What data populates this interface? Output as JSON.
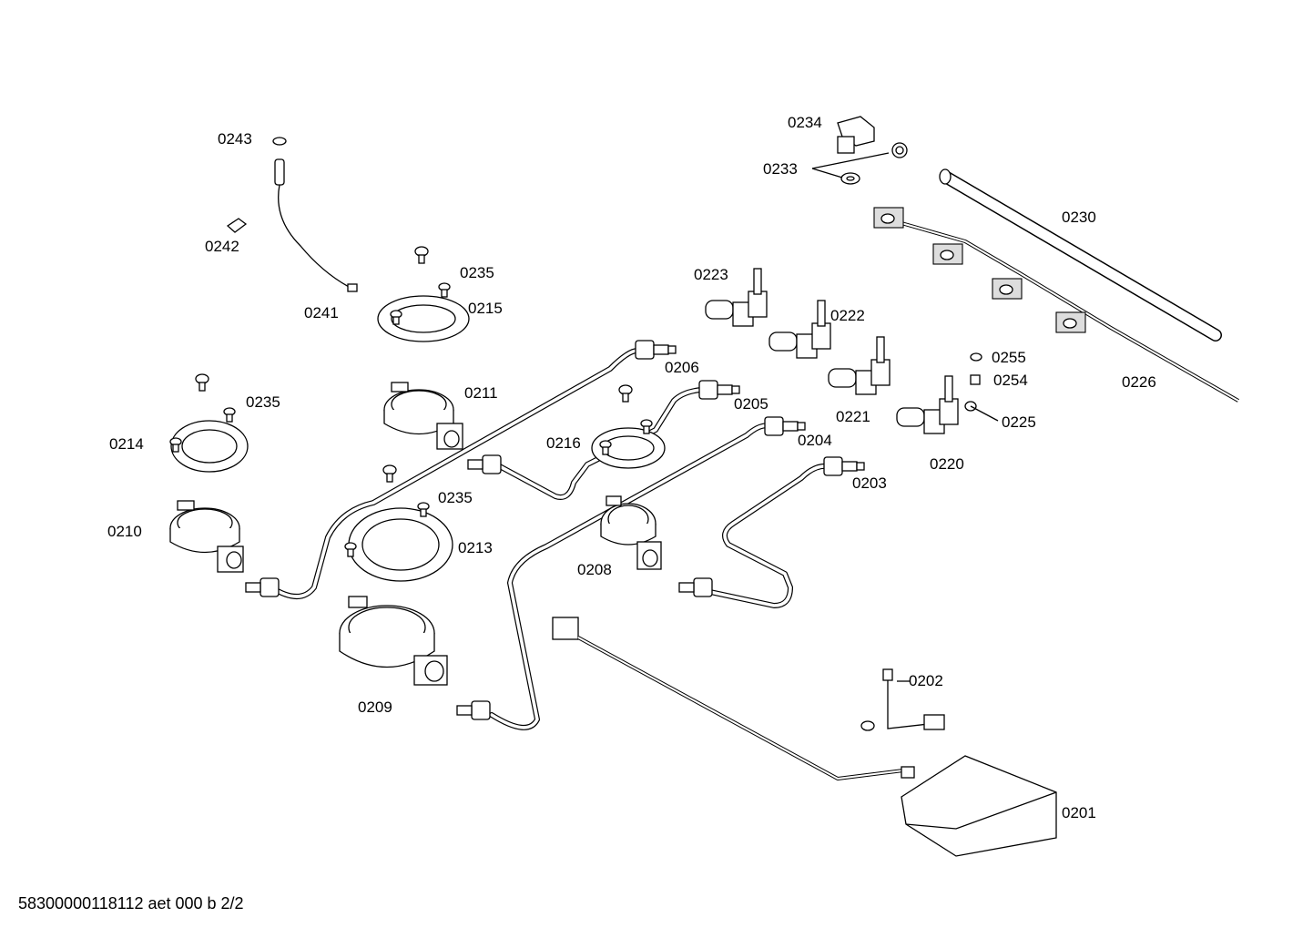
{
  "footer": "58300000118112 aet 000 b 2/2",
  "labels": [
    {
      "id": "0201",
      "text": "0201"
    },
    {
      "id": "0202",
      "text": "0202"
    },
    {
      "id": "0203",
      "text": "0203"
    },
    {
      "id": "0204",
      "text": "0204"
    },
    {
      "id": "0205",
      "text": "0205"
    },
    {
      "id": "0206",
      "text": "0206"
    },
    {
      "id": "0208",
      "text": "0208"
    },
    {
      "id": "0209",
      "text": "0209"
    },
    {
      "id": "0210",
      "text": "0210"
    },
    {
      "id": "0211",
      "text": "0211"
    },
    {
      "id": "0213",
      "text": "0213"
    },
    {
      "id": "0214",
      "text": "0214"
    },
    {
      "id": "0215",
      "text": "0215"
    },
    {
      "id": "0216",
      "text": "0216"
    },
    {
      "id": "0220",
      "text": "0220"
    },
    {
      "id": "0221",
      "text": "0221"
    },
    {
      "id": "0222",
      "text": "0222"
    },
    {
      "id": "0223",
      "text": "0223"
    },
    {
      "id": "0225",
      "text": "0225"
    },
    {
      "id": "0226",
      "text": "0226"
    },
    {
      "id": "0230",
      "text": "0230"
    },
    {
      "id": "0233",
      "text": "0233"
    },
    {
      "id": "0234",
      "text": "0234"
    },
    {
      "id": "0235a",
      "text": "0235"
    },
    {
      "id": "0235b",
      "text": "0235"
    },
    {
      "id": "0235c",
      "text": "0235"
    },
    {
      "id": "0241",
      "text": "0241"
    },
    {
      "id": "0242",
      "text": "0242"
    },
    {
      "id": "0243",
      "text": "0243"
    },
    {
      "id": "0254",
      "text": "0254"
    },
    {
      "id": "0255",
      "text": "0255"
    }
  ]
}
